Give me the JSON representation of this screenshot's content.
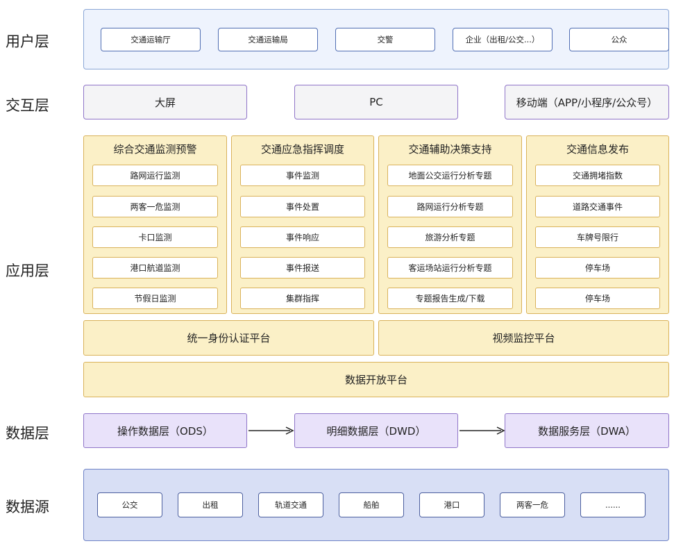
{
  "side_labels": {
    "user": "用户层",
    "interaction": "交互层",
    "application": "应用层",
    "data": "数据层",
    "source": "数据源"
  },
  "user_layer": [
    "交通运输厅",
    "交通运输局",
    "交警",
    "企业（出租/公交...）",
    "公众"
  ],
  "interaction_layer": [
    "大屏",
    "PC",
    "移动端（APP/小程序/公众号）"
  ],
  "application_layer": {
    "columns": [
      {
        "title": "综合交通监测预警",
        "items": [
          "路网运行监测",
          "两客一危监测",
          "卡口监测",
          "港口航道监测",
          "节假日监测"
        ]
      },
      {
        "title": "交通应急指挥调度",
        "items": [
          "事件监测",
          "事件处置",
          "事件响应",
          "事件报送",
          "集群指挥"
        ]
      },
      {
        "title": "交通辅助决策支持",
        "items": [
          "地面公交运行分析专题",
          "路网运行分析专题",
          "旅游分析专题",
          "客运场站运行分析专题",
          "专题报告生成/下载"
        ]
      },
      {
        "title": "交通信息发布",
        "items": [
          "交通拥堵指数",
          "道路交通事件",
          "车牌号限行",
          "停车场",
          "停车场"
        ]
      }
    ],
    "identity_platform": "统一身份认证平台",
    "video_platform": "视频监控平台",
    "data_open_platform": "数据开放平台"
  },
  "data_layer": [
    "操作数据层（ODS）",
    "明细数据层（DWD）",
    "数据服务层（DWA）"
  ],
  "data_source": [
    "公交",
    "出租",
    "轨道交通",
    "船舶",
    "港口",
    "两客一危",
    "......"
  ],
  "colors": {
    "user_bg": "#eef3fd",
    "user_border": "#8aa6d6",
    "interaction_border": "#8f74c8",
    "application_bg": "#fbf0c7",
    "application_border": "#d9b25a",
    "data_layer_bg": "#e9e2fa",
    "source_bg": "#d8dff5",
    "source_border": "#6f83c6"
  }
}
